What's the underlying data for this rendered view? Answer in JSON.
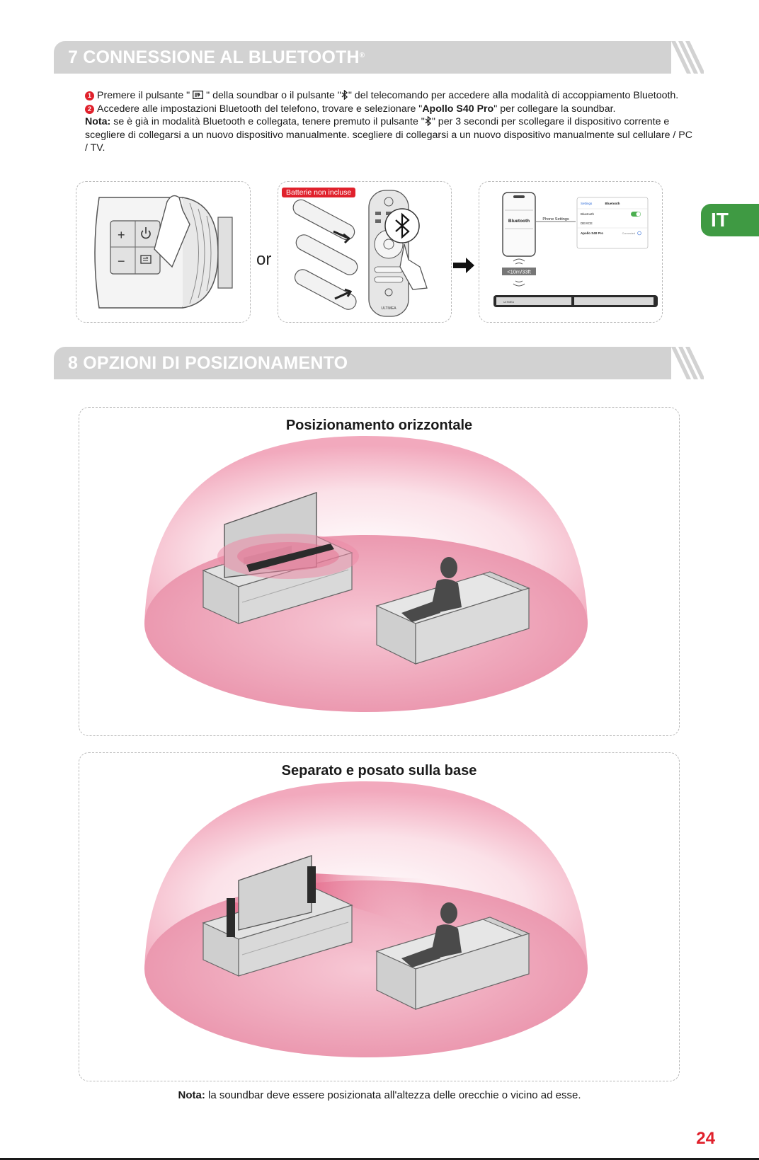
{
  "section7": {
    "title": "7 CONNESSIONE AL BLUETOOTH",
    "trademark": "®"
  },
  "lang_tab": "IT",
  "instructions": {
    "step1_num": "1",
    "step1_a": "Premere il pulsante \"",
    "step1_b": "\" della soundbar o il pulsante \"",
    "step1_c": "\" del telecomando per accedere alla modalità di accoppiamento Bluetooth.",
    "step2_num": "2",
    "step2_a": "Accedere alle impostazioni Bluetooth del telefono, trovare e selezionare \"",
    "step2_device": "Apollo S40 Pro",
    "step2_b": "\" per collegare la soundbar.",
    "note_label": "Nota:",
    "note_a": "se è già in modalità Bluetooth e collegata, tenere premuto il pulsante \"",
    "note_b": "\" per 3 secondi per scollegare il dispositivo corrente e scegliere di collegarsi a un nuovo dispositivo manualmente. scegliere di collegarsi a un nuovo dispositivo manualmente sul cellulare / PC / TV."
  },
  "illustrations": {
    "or_label": "or",
    "battery_badge": "Batterie non incluse",
    "remote_brand": "ULTIMEA",
    "phone_title": "Bluetooth",
    "phone_settings_label": "Phone Settings",
    "settings_back": "Settings",
    "settings_header": "Bluetooth",
    "settings_row1": "Bluetooth",
    "settings_row2": "DEVICE",
    "settings_row3": "Apollo S40 Pro",
    "settings_row3_status": "Connected",
    "distance_label": "<10m/33ft",
    "soundbar_brand": "ULTIMEA"
  },
  "section8": {
    "title": "8 OPZIONI DI POSIZIONAMENTO"
  },
  "placement1": {
    "title": "Posizionamento orizzontale"
  },
  "placement2": {
    "title": "Separato e posato sulla base"
  },
  "bottom_note": {
    "label": "Nota:",
    "text": "la soundbar deve essere posizionata all'altezza delle orecchie o vicino ad esse."
  },
  "page_number": "24",
  "colors": {
    "accent_red": "#e0212c",
    "lang_green": "#3f9a43",
    "bar_gray": "#d2d2d2",
    "dome_pink": "#f0a6bb"
  }
}
